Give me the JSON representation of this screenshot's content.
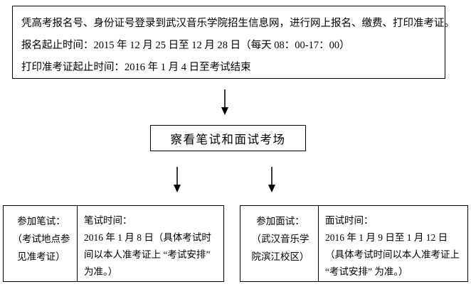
{
  "flowchart": {
    "intro_box": {
      "lines": [
        "凭高考报名号、身份证号登录到武汉音乐学院招生信息网，进行网上报名、缴费、打印准考证。",
        "报名起止时间：2015 年 12 月 25 日至 12 月 28 日（每天 08：00-17：00）",
        "打印准考证起止时间：2016 年 1 月 4 日至考试结束"
      ]
    },
    "venue_box": {
      "label": "察看笔试和面试考场"
    },
    "written_exam_table": {
      "left_cell_lines": [
        "参加笔试：",
        "（考试地点参",
        "见准考证）"
      ],
      "right_cell_title": "笔试时间：",
      "right_cell_body": "2016 年 1 月 8 日（具体考试时间以本人准考证上 “考试安排” 为准。）"
    },
    "interview_table": {
      "left_cell_lines": [
        "参加面试：",
        "（武汉音乐学",
        "院滨江校区）"
      ],
      "right_cell_title": "面试时间：",
      "right_cell_body": "2016 年 1 月 9 日至 1 月 12 日（具体考试时间以本人准考证上 “考试安排” 为准。）"
    },
    "arrows": {
      "intro_to_venue": "down-arrow-icon",
      "venue_to_written": "down-arrow-icon",
      "venue_to_interview": "down-arrow-icon"
    },
    "colors": {
      "border": "#000000",
      "text": "#000000",
      "background": "#ffffff",
      "arrow_shaft": "#3a3a3a"
    }
  }
}
